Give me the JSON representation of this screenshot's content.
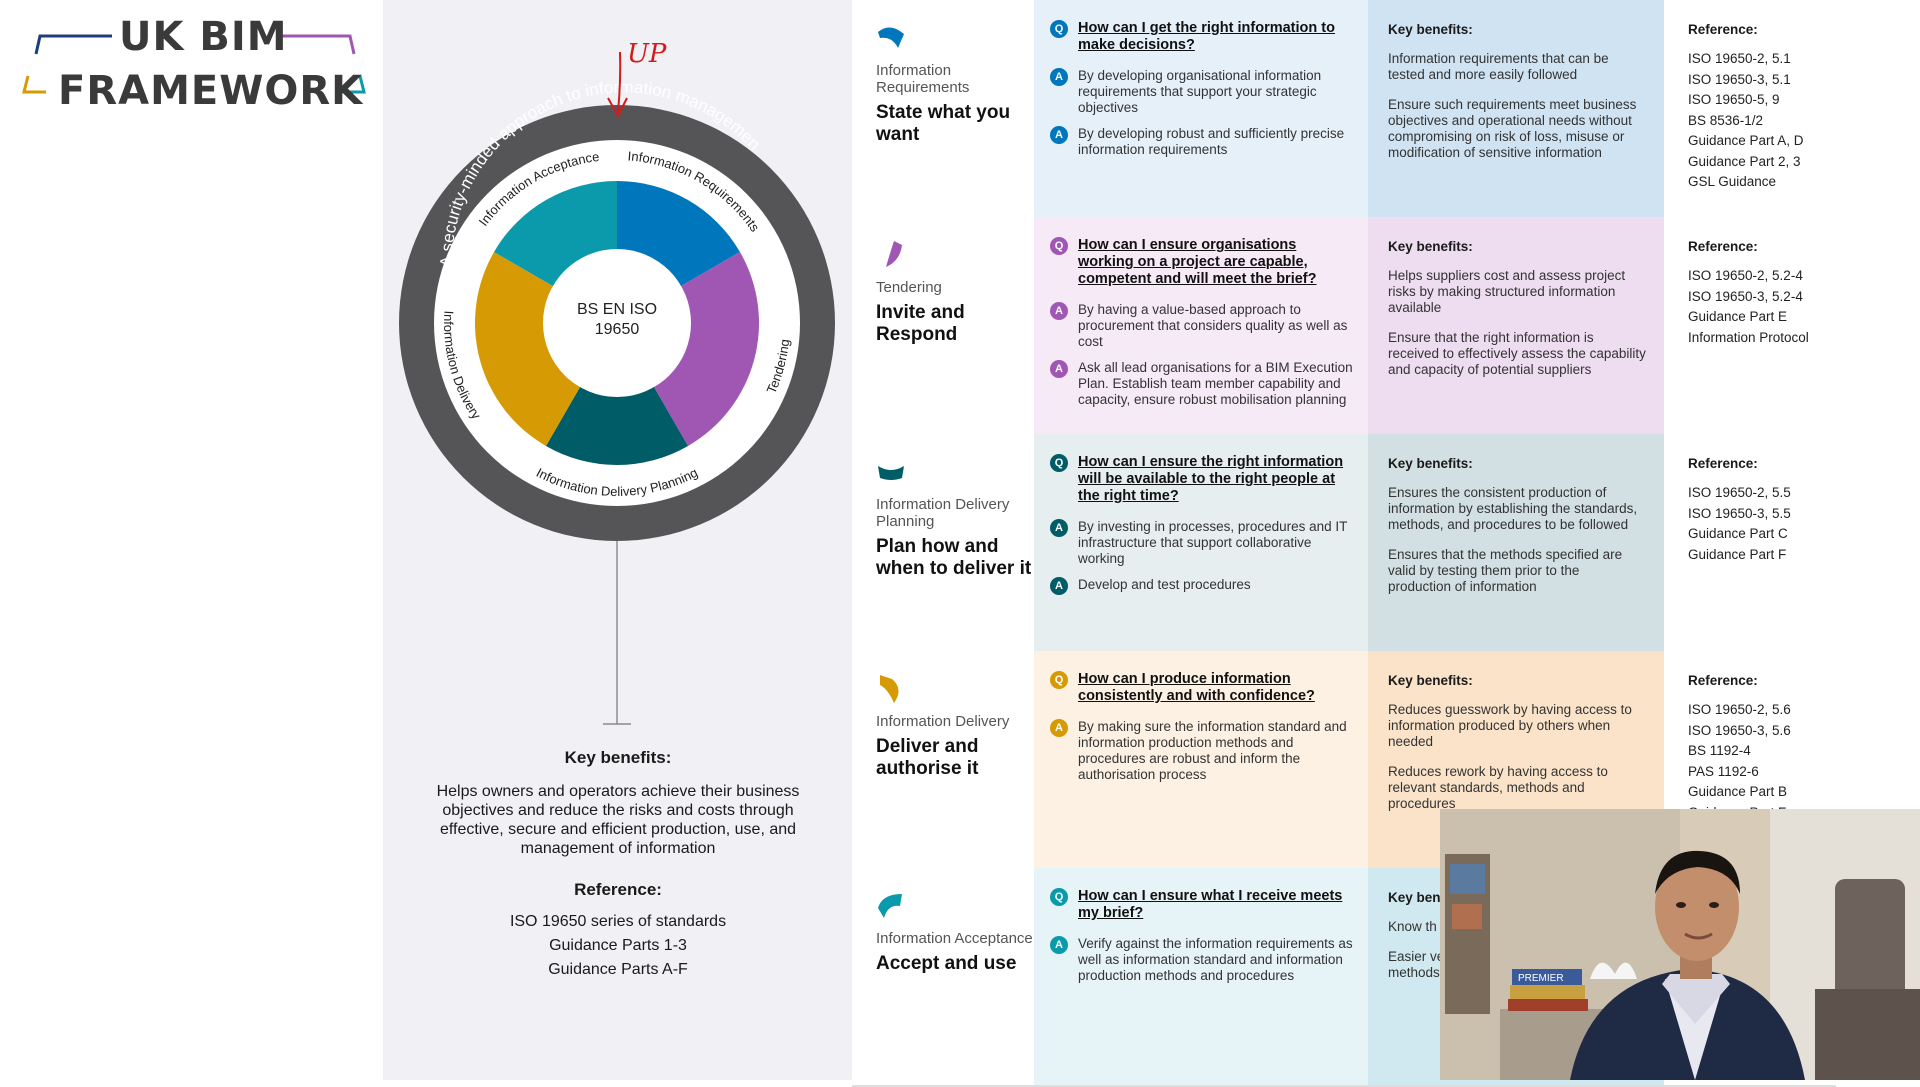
{
  "logo": {
    "line1": "UK BIM",
    "line2": "FRAMEWORK"
  },
  "annotation": {
    "text": "UP"
  },
  "ring": {
    "center_line1": "BS EN ISO",
    "center_line2": "19650",
    "outer_text": "A security-minded approach to information management",
    "segments": [
      {
        "label": "Information Requirements",
        "color": "#0077bd"
      },
      {
        "label": "Tendering",
        "color": "#a057b4"
      },
      {
        "label": "Information Delivery Planning",
        "color": "#005c66"
      },
      {
        "label": "Information Delivery",
        "color": "#d69a05"
      },
      {
        "label": "Information Acceptance",
        "color": "#0a9aab"
      }
    ]
  },
  "left_key_benefits": {
    "heading": "Key benefits:",
    "text": "Helps owners and operators achieve their business objectives and reduce the risks and costs through effective, secure and efficient production, use, and management of information",
    "ref_heading": "Reference:",
    "refs": [
      "ISO 19650 series of standards",
      "Guidance Parts 1-3",
      "Guidance Parts A-F"
    ]
  },
  "rows": [
    {
      "icon": "info-requirements-icon",
      "color": "#0077bd",
      "tint": "#e6f0f9",
      "tint_kb": "#cfe3f3",
      "stage": "Information Requirements",
      "title": "State what you want",
      "question": "How can I get the right information to make decisions?",
      "answers": [
        "By developing organisational information requirements that support your strategic objectives",
        "By developing robust and sufficiently precise information requirements"
      ],
      "kb_heading": "Key benefits:",
      "benefits": [
        "Information requirements that can be tested and more easily followed",
        "Ensure such requirements meet business objectives and operational needs without compromising on risk of loss, misuse or modification of sensitive information"
      ],
      "ref_heading": "Reference:",
      "refs": [
        "ISO 19650-2, 5.1",
        "ISO 19650-3, 5.1",
        "ISO 19650-5, 9",
        "BS 8536-1/2",
        "Guidance Part A, D",
        "Guidance Part 2, 3",
        "GSL Guidance"
      ]
    },
    {
      "icon": "tendering-icon",
      "color": "#a057b4",
      "tint": "#f7eaf7",
      "tint_kb": "#eedcf0",
      "stage": "Tendering",
      "title": "Invite and Respond",
      "question": "How can I ensure organisations working on a project are capable, competent and will meet the brief?",
      "answers": [
        "By having a value-based approach to procurement that considers quality as well as cost",
        "Ask all lead organisations for a BIM Execution Plan. Establish team member capability and capacity, ensure robust mobilisation planning"
      ],
      "kb_heading": "Key benefits:",
      "benefits": [
        "Helps suppliers cost and assess project risks by making structured information available",
        "Ensure that the right information is received to effectively assess the capability and capacity of potential suppliers"
      ],
      "ref_heading": "Reference:",
      "refs": [
        "ISO 19650-2, 5.2-4",
        "ISO 19650-3, 5.2-4",
        "Guidance Part E",
        "Information Protocol"
      ]
    },
    {
      "icon": "delivery-planning-icon",
      "color": "#005c66",
      "tint": "#e6eef0",
      "tint_kb": "#d2e0e3",
      "stage": "Information Delivery Planning",
      "title": "Plan how and when to deliver it",
      "question": "How can I ensure the right information will be available to the right people at the right time?",
      "answers": [
        "By investing in processes, procedures and IT infrastructure that support collaborative working",
        "Develop and test procedures"
      ],
      "kb_heading": "Key benefits:",
      "benefits": [
        "Ensures the consistent production of information by establishing the standards, methods, and procedures to be followed",
        "Ensures that the methods specified are valid by testing them prior to the production of information"
      ],
      "ref_heading": "Reference:",
      "refs": [
        "ISO 19650-2, 5.5",
        "ISO 19650-3, 5.5",
        "Guidance Part C",
        "Guidance Part F"
      ]
    },
    {
      "icon": "info-delivery-icon",
      "color": "#d69a05",
      "tint": "#fdf1e3",
      "tint_kb": "#fae3c8",
      "stage": "Information Delivery",
      "title": "Deliver and authorise it",
      "question": "How can I produce information consistently and with confidence?",
      "answers": [
        "By making sure the information standard and information production methods and procedures are robust and inform the authorisation process"
      ],
      "kb_heading": "Key benefits:",
      "benefits": [
        "Reduces guesswork by having access to information produced by others when needed",
        "Reduces rework by having access to relevant standards, methods and procedures"
      ],
      "ref_heading": "Reference:",
      "refs": [
        "ISO 19650-2, 5.6",
        "ISO 19650-3, 5.6",
        "BS 1192-4",
        "PAS 1192-6",
        "Guidance Part B",
        "Guidance Part F"
      ]
    },
    {
      "icon": "info-acceptance-icon",
      "color": "#0a9aab",
      "tint": "#e6f3f7",
      "tint_kb": "#d0e8ef",
      "stage": "Information Acceptance",
      "title": "Accept and use",
      "question": "How can I ensure what I receive meets my brief?",
      "answers": [
        "Verify against the information requirements as well as information standard and information production methods and procedures"
      ],
      "kb_heading": "Key ben",
      "benefits": [
        "Know th a robust procedu",
        "Easier ve ability to against t as well a methods"
      ],
      "ref_heading": "",
      "refs": []
    }
  ],
  "webcam": {
    "book_label": "PREMIER"
  }
}
